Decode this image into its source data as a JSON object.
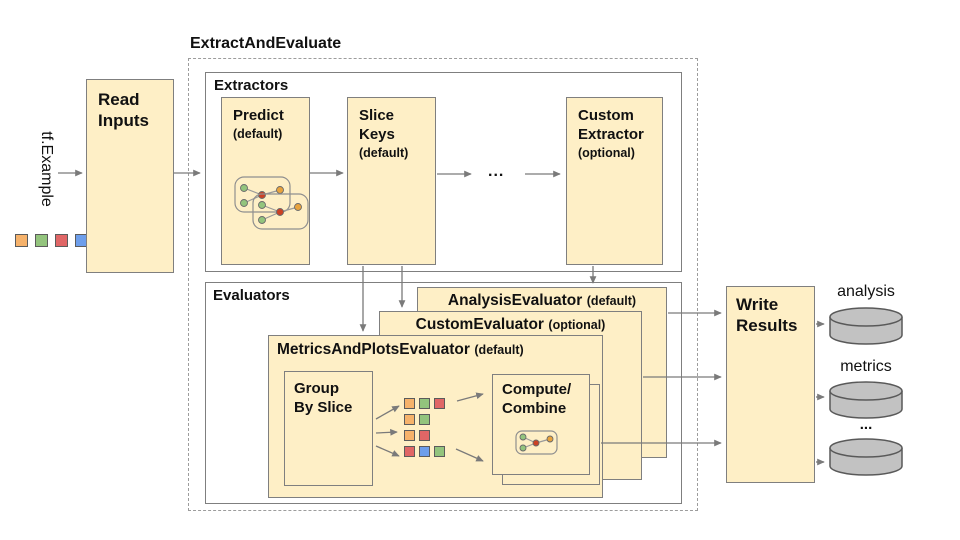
{
  "title": "ExtractAndEvaluate",
  "input_label": "tf.Example",
  "read_inputs_label": "Read\nInputs",
  "extractors": {
    "section_label": "Extractors",
    "predict_title": "Predict",
    "predict_qualifier": "(default)",
    "slice_keys_title": "Slice\nKeys",
    "slice_keys_qualifier": "(default)",
    "ellipsis": "...",
    "custom_title": "Custom\nExtractor",
    "custom_qualifier": "(optional)"
  },
  "evaluators": {
    "section_label": "Evaluators",
    "analysis_title": "AnalysisEvaluator",
    "analysis_qualifier": "(default)",
    "custom_title": "CustomEvaluator",
    "custom_qualifier": "(optional)",
    "metrics_plots_title": "MetricsAndPlotsEvaluator",
    "metrics_plots_qualifier": "(default)",
    "group_by_slice_label": "Group\nBy Slice",
    "compute_combine_label": "Compute/\nCombine"
  },
  "write_results_label": "Write\nResults",
  "outputs": [
    {
      "label": "analysis"
    },
    {
      "label": "metrics"
    },
    {
      "label": "..."
    }
  ],
  "legend_colors": [
    "orange",
    "green",
    "red",
    "blue"
  ],
  "slice_grid_rows": [
    [
      "orange",
      "green",
      "red"
    ],
    [
      "orange",
      "green"
    ],
    [
      "orange",
      "red"
    ],
    [
      "red",
      "blue",
      "green"
    ]
  ],
  "palette": {
    "orange": "#f6b26b",
    "green": "#93c47d",
    "red": "#e06666",
    "blue": "#6d9eeb"
  },
  "colors": {
    "box_fill": "#feefc6",
    "box_border": "#7f7f7f",
    "cylinder_fill": "#c2c2c2",
    "cylinder_border": "#595959",
    "arrow": "#7a7a7a"
  }
}
